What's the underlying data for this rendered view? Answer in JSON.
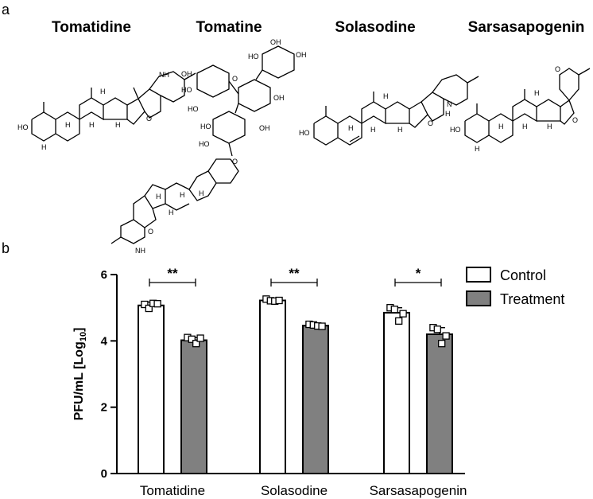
{
  "panel_a": {
    "letter": "a",
    "compounds": [
      {
        "name": "Tomatidine"
      },
      {
        "name": "Tomatine"
      },
      {
        "name": "Solasodine"
      },
      {
        "name": "Sarsasapogenin"
      }
    ],
    "atoms": {
      "hydroxyl": "HO",
      "oxygen": "O",
      "hydrogen": "H",
      "amine": "NH",
      "nitrogen": "N",
      "oh": "OH"
    }
  },
  "panel_b": {
    "letter": "b"
  },
  "chart_data": {
    "type": "bar",
    "ylabel": "PFU/mL [Log10]",
    "ylabel_main": "PFU/mL [Log",
    "ylabel_sub": "10",
    "ylabel_end": "]",
    "ylim": [
      0,
      6
    ],
    "yticks": [
      0,
      2,
      4,
      6
    ],
    "grid": false,
    "legend_position": "top-right",
    "categories": [
      "Tomatidine",
      "Solasodine",
      "Sarsasapogenin"
    ],
    "series": [
      {
        "name": "Control",
        "color": "#ffffff",
        "values": [
          5.07,
          5.22,
          4.85
        ],
        "errors": [
          0.1,
          0.04,
          0.15
        ],
        "points": [
          [
            5.1,
            4.98,
            5.13,
            5.12
          ],
          [
            5.26,
            5.21,
            5.2,
            5.22
          ],
          [
            5.0,
            4.95,
            4.6,
            4.82
          ]
        ]
      },
      {
        "name": "Treatment",
        "color": "#808080",
        "values": [
          4.02,
          4.46,
          4.2
        ],
        "errors": [
          0.08,
          0.05,
          0.2
        ],
        "points": [
          [
            4.1,
            4.05,
            3.92,
            4.08
          ],
          [
            4.5,
            4.48,
            4.45,
            4.44
          ],
          [
            4.4,
            4.35,
            3.92,
            4.15
          ]
        ]
      }
    ],
    "significance": [
      "**",
      "**",
      "*"
    ]
  }
}
